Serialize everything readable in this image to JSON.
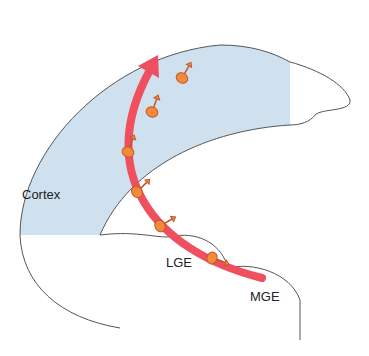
{
  "diagram": {
    "labels": [
      "Cortex",
      "LGE",
      "MGE"
    ]
  }
}
